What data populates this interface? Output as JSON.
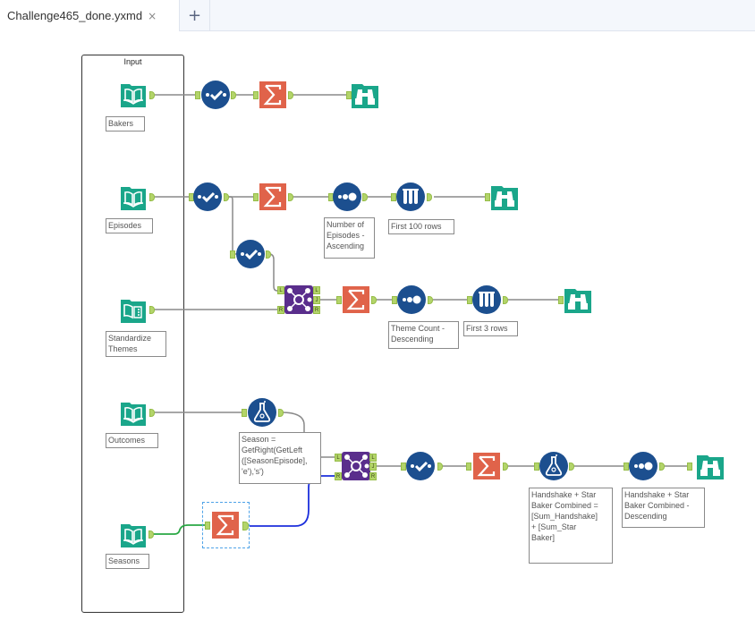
{
  "tab": {
    "title": "Challenge465_done.yxmd",
    "close_glyph": "×",
    "add_glyph": "+"
  },
  "container": {
    "title": "Input"
  },
  "labels": {
    "bakers": "Bakers",
    "episodes": "Episodes",
    "standardize_themes": "Standardize\nThemes",
    "outcomes": "Outcomes",
    "seasons": "Seasons",
    "sort_episodes": "Number of\nEpisodes -\nAscending",
    "sample_100": "First 100 rows",
    "sort_theme": "Theme Count -\nDescending",
    "sample_3": "First 3 rows",
    "formula_season": "Season =\nGetRight(GetLeft\n([SeasonEpisode],\n'e'),'s')",
    "formula_combined": "Handshake + Star\nBaker Combined =\n[Sum_Handshake]\n+ [Sum_Star\nBaker]",
    "sort_combined": "Handshake + Star\nBaker Combined -\nDescending"
  },
  "anchors": {
    "left": "L",
    "right": "R",
    "join": "J"
  },
  "colors": {
    "input_tool": "#1aa68a",
    "select_tool": "#1c4f8f",
    "summarize_tool": "#e0634a",
    "join_tool": "#5a2e8c",
    "browse_tool": "#1aa68a",
    "anchor": "#b3d46a",
    "selected_wire": "#1c2fdc",
    "highlight_wire": "#2aa844"
  }
}
